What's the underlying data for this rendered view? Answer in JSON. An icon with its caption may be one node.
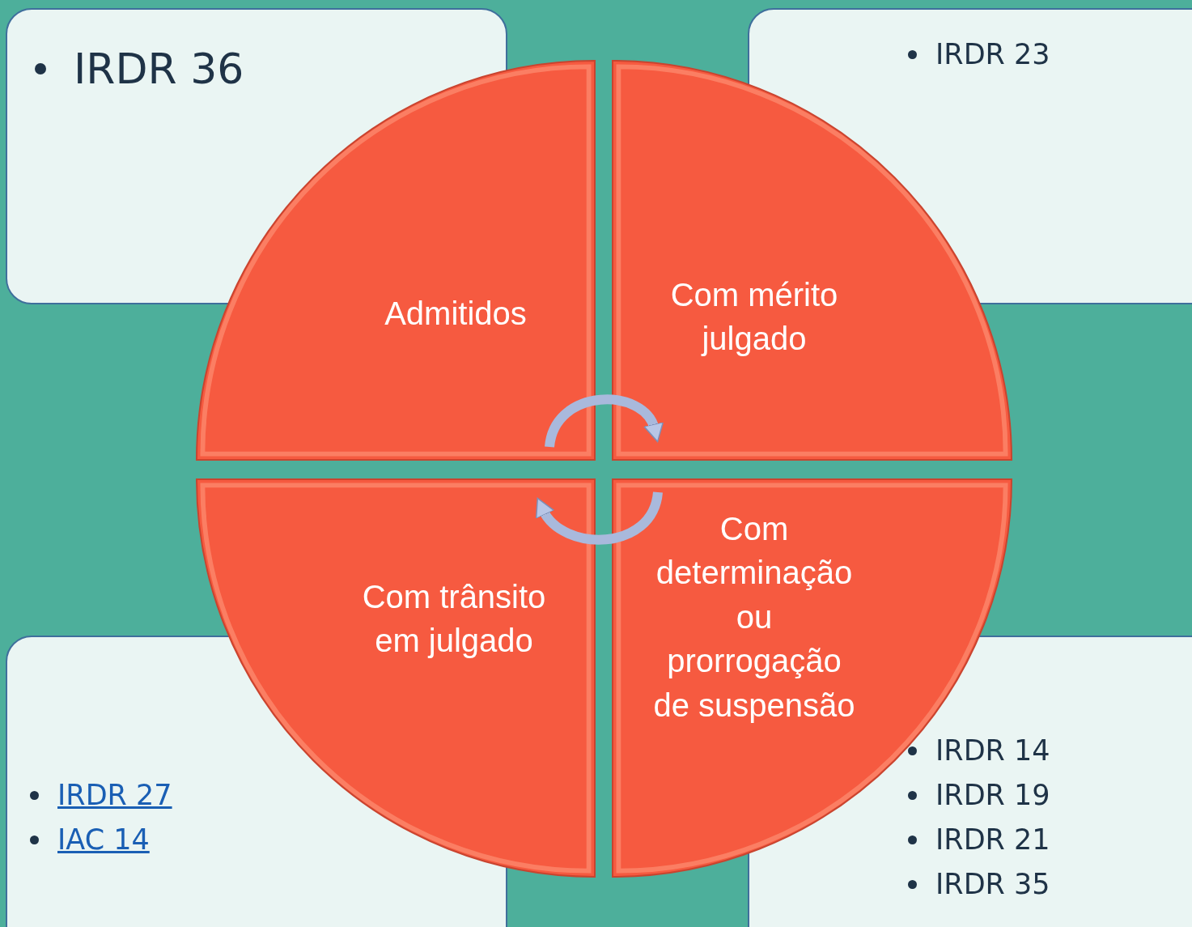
{
  "diagram": {
    "nodes": [
      {
        "text": [
          "IRDR 36"
        ]
      },
      {
        "text": [
          "IRDR 23"
        ]
      },
      {
        "text": [
          "Admitidos"
        ]
      },
      {
        "text": [
          "Com mérito julgado"
        ]
      },
      {
        "text": [
          "Com trânsito em julgado"
        ]
      },
      {
        "text": [
          "Com determinação ou prorrogação de suspensão"
        ]
      },
      {
        "text": [
          "IRDR 27",
          "IAC 14"
        ]
      },
      {
        "text": [
          "IRDR 14",
          "IRDR 19",
          "IRDR 21",
          "IRDR 35"
        ]
      }
    ],
    "edges": [
      {
        "from": 2,
        "to": 3,
        "arrow": "to"
      },
      {
        "from": 5,
        "to": 4,
        "arrow": "to"
      }
    ]
  }
}
